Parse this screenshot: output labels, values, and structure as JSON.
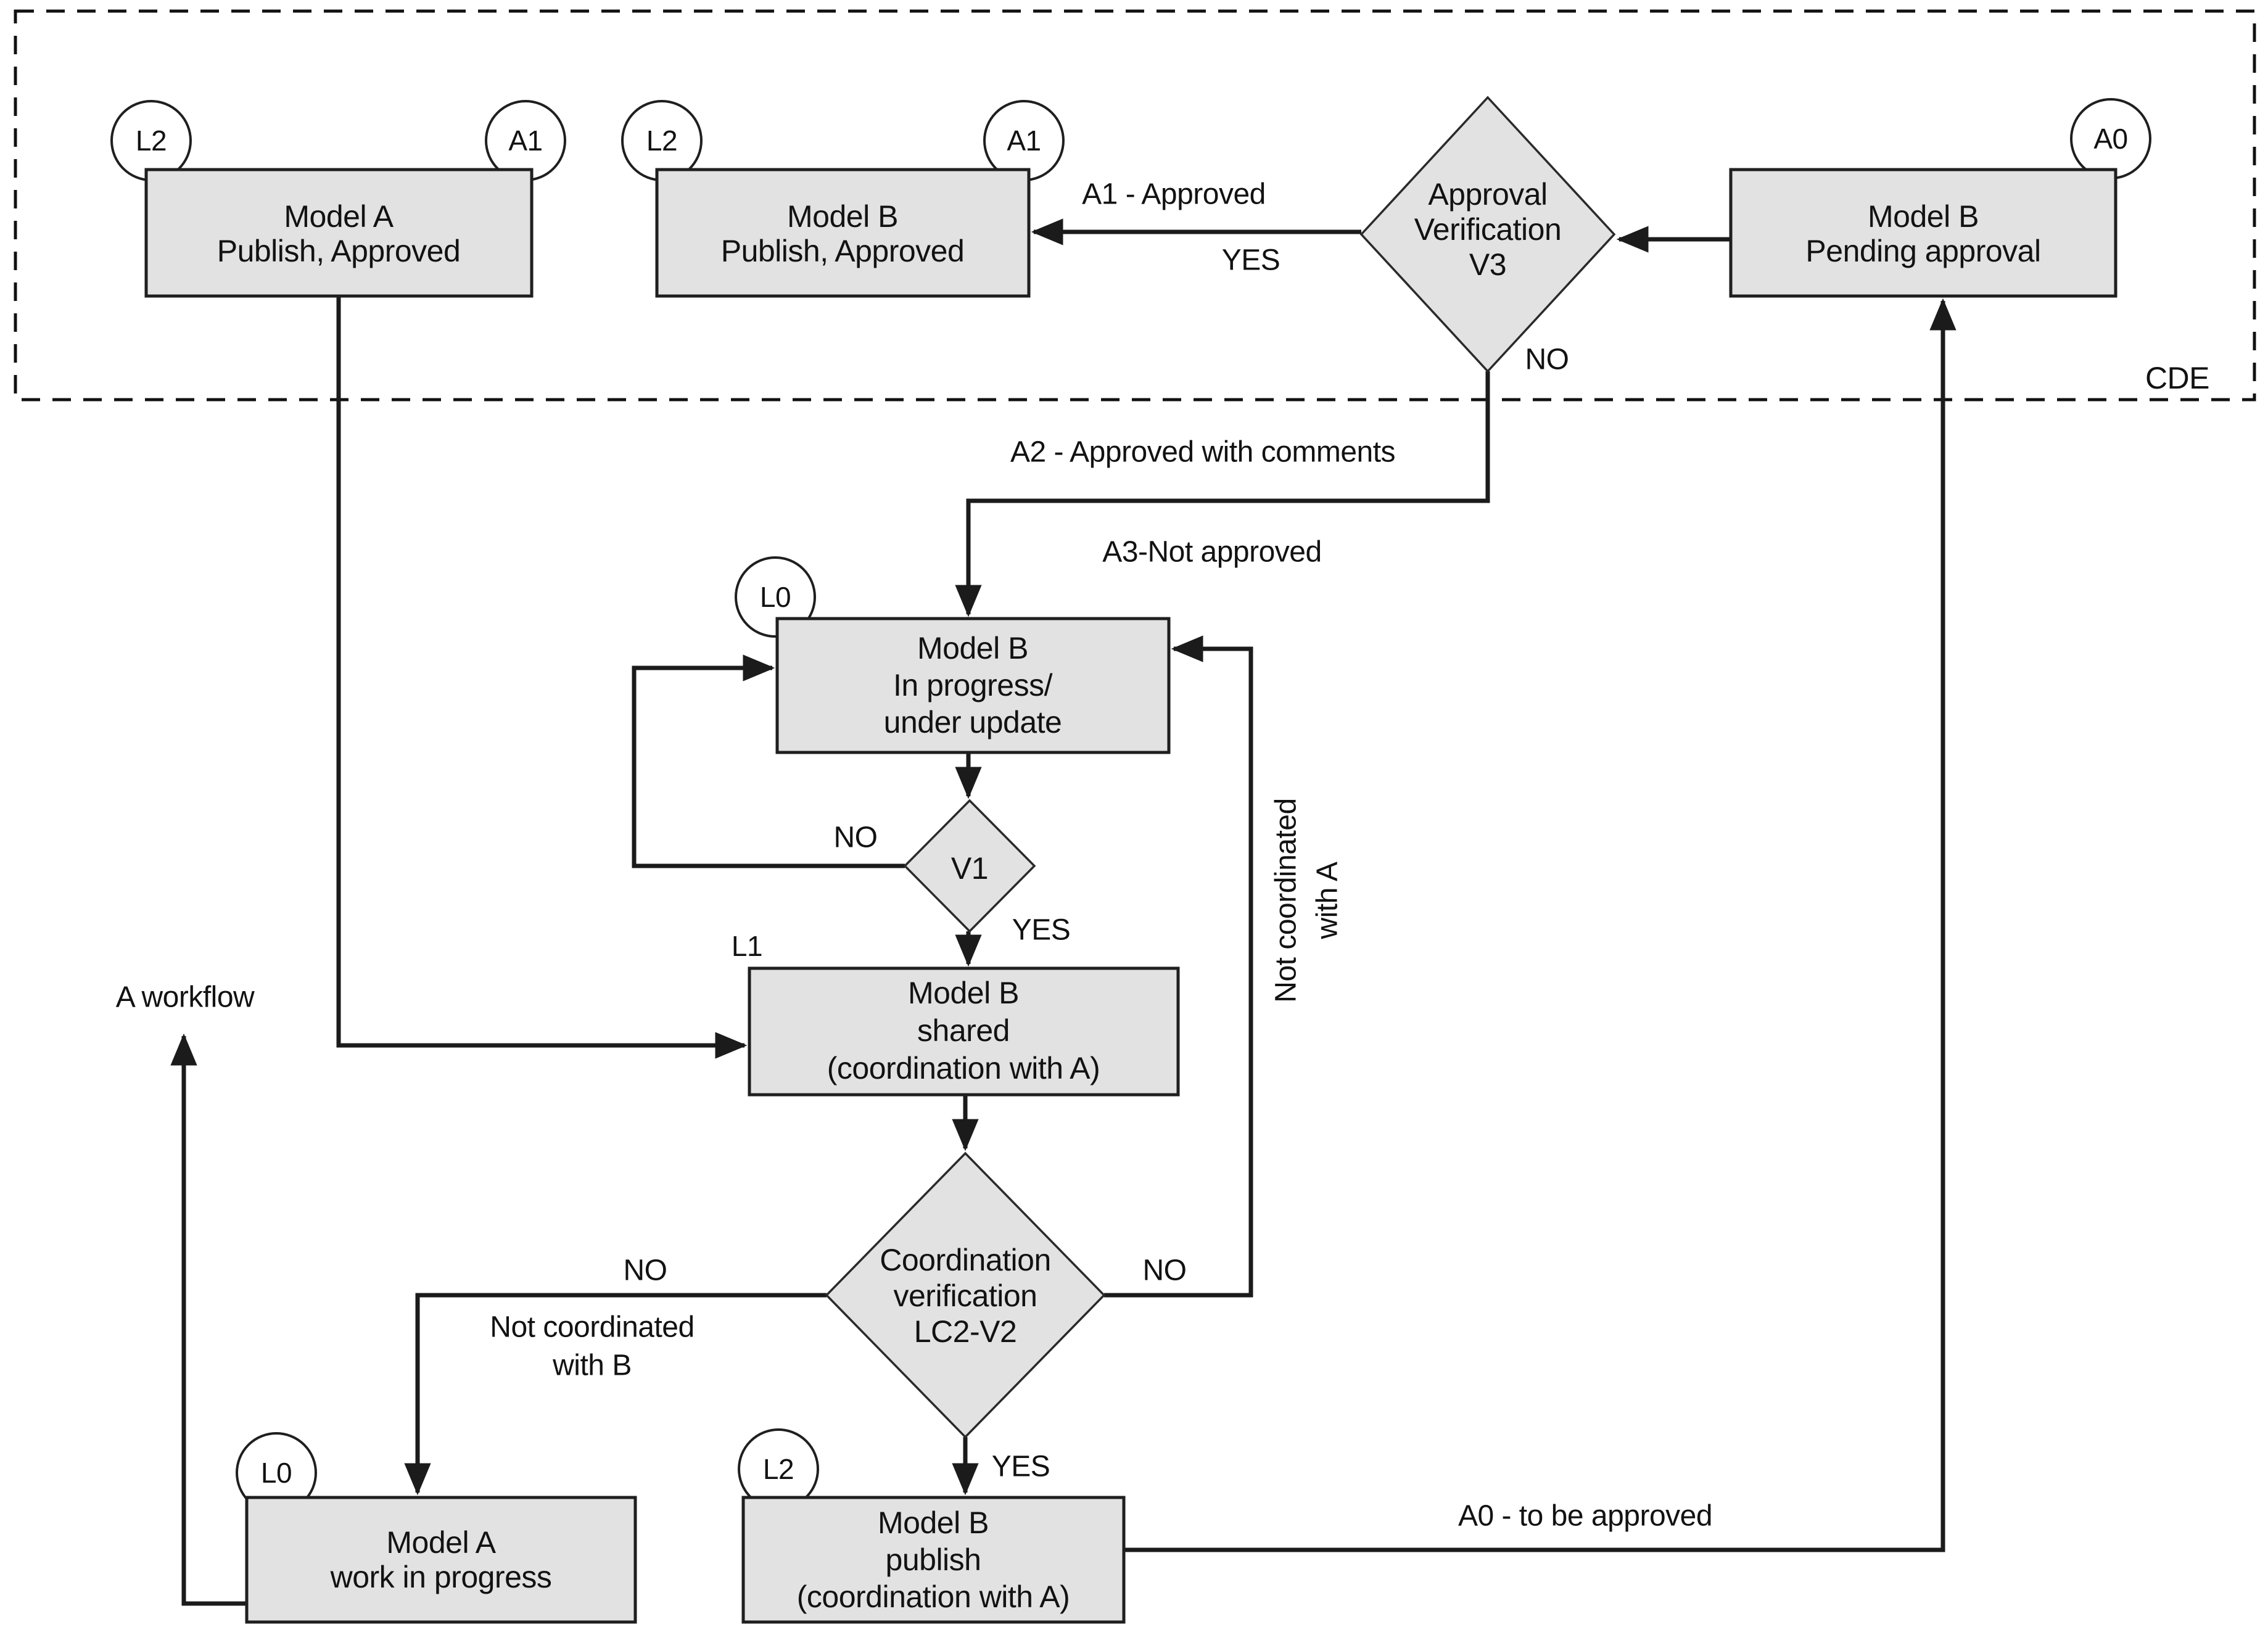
{
  "frame": {
    "label": "CDE"
  },
  "colors": {
    "node_fill": "#e2e2e2",
    "line": "#1b1b1b",
    "background": "#ffffff"
  },
  "nodes": {
    "a_pub": {
      "line1": "Model A",
      "line2": "Publish, Approved"
    },
    "b_pub": {
      "line1": "Model B",
      "line2": "Publish, Approved"
    },
    "b_pending": {
      "line1": "Model B",
      "line2": "Pending approval"
    },
    "v3": {
      "line1": "Approval",
      "line2": "Verification",
      "line3": "V3"
    },
    "b_inprogress": {
      "line1": "Model B",
      "line2": "In progress/",
      "line3": "under update"
    },
    "v1": {
      "line1": "V1"
    },
    "b_shared": {
      "line1": "Model B",
      "line2": "shared",
      "line3": "(coordination with A)"
    },
    "lc2": {
      "line1": "Coordination",
      "line2": "verification",
      "line3": "LC2-V2"
    },
    "a_wip": {
      "line1": "Model A",
      "line2": "work in progress"
    },
    "b_publish": {
      "line1": "Model B",
      "line2": "publish",
      "line3": "(coordination with A)"
    }
  },
  "badges": {
    "a_pub_l2": "L2",
    "a_pub_a1": "A1",
    "b_pub_l2": "L2",
    "b_pub_a1": "A1",
    "b_pending_a0": "A0",
    "b_inprogress_l0": "L0",
    "b_shared_l1": "L1",
    "a_wip_l0": "L0",
    "b_publish_l2": "L2"
  },
  "edge_labels": {
    "v3_yes_text": "A1 - Approved",
    "v3_yes": "YES",
    "v3_no": "NO",
    "a2": "A2 - Approved with comments",
    "a3": "A3-Not approved",
    "v1_no": "NO",
    "v1_yes": "YES",
    "lc2_no_left": "NO",
    "lc2_no_right": "NO",
    "lc2_yes": "YES",
    "not_coord_b_line1": "Not coordinated",
    "not_coord_b_line2": "with B",
    "not_coord_a_line1": "Not coordinated",
    "not_coord_a_line2": "with A",
    "a0": "A0 - to be approved",
    "a_workflow": "A workflow"
  }
}
